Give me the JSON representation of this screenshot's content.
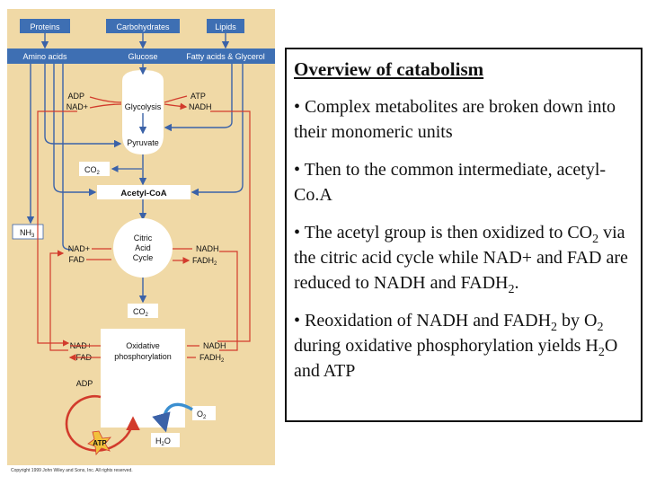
{
  "diagram": {
    "sources": [
      "Proteins",
      "Carbohydrates",
      "Lipids"
    ],
    "monomers": [
      "Amino acids",
      "Glucose",
      "Fatty acids & Glycerol"
    ],
    "glycolysis": "Glycolysis",
    "pyruvate": "Pyruvate",
    "glycolysis_in": [
      "ADP",
      "NAD+"
    ],
    "glycolysis_out": [
      "ATP",
      "NADH"
    ],
    "co2": "CO",
    "two": "2",
    "acetyl_coa": "Acetyl-CoA",
    "nh3": "NH",
    "three": "3",
    "citric_cycle": [
      "Citric",
      "Acid",
      "Cycle"
    ],
    "cycle_in": [
      "NAD+",
      "FAD"
    ],
    "cycle_out_nadh": "NADH",
    "fadh": "FADH",
    "oxphos": [
      "Oxidative",
      "phosphorylation"
    ],
    "oxphos_out": [
      "NAD+",
      "FAD"
    ],
    "adp": "ADP",
    "atp": "ATP",
    "o": "O",
    "h": "H",
    "copyright": "Copyright 1999 John Wiley and Sons, Inc. All rights reserved."
  },
  "textbox": {
    "title": "Overview of catabolism",
    "b1": "• Complex metabolites are broken down into their monomeric units",
    "b2": "• Then to the common intermediate, acetyl-Co.A",
    "b3_a": "• The acetyl group is then oxidized to CO",
    "b3_sub1": "2",
    "b3_b": " via the citric acid cycle while NAD+ and FAD are reduced to NADH and FADH",
    "b3_sub2": "2",
    "b3_c": ".",
    "b4_a": "• Reoxidation of NADH and FADH",
    "b4_sub1": "2",
    "b4_b": " by O",
    "b4_sub2": "2",
    "b4_c": " during oxidative phosphorylation yields H",
    "b4_sub3": "2",
    "b4_d": "O and ATP"
  },
  "colors": {
    "panel": "#f0d9a6",
    "header_blue": "#3e6fb3",
    "arrow_blue": "#3b62a8",
    "arrow_red": "#d23b2c",
    "atp_star": "#f2c13c"
  }
}
